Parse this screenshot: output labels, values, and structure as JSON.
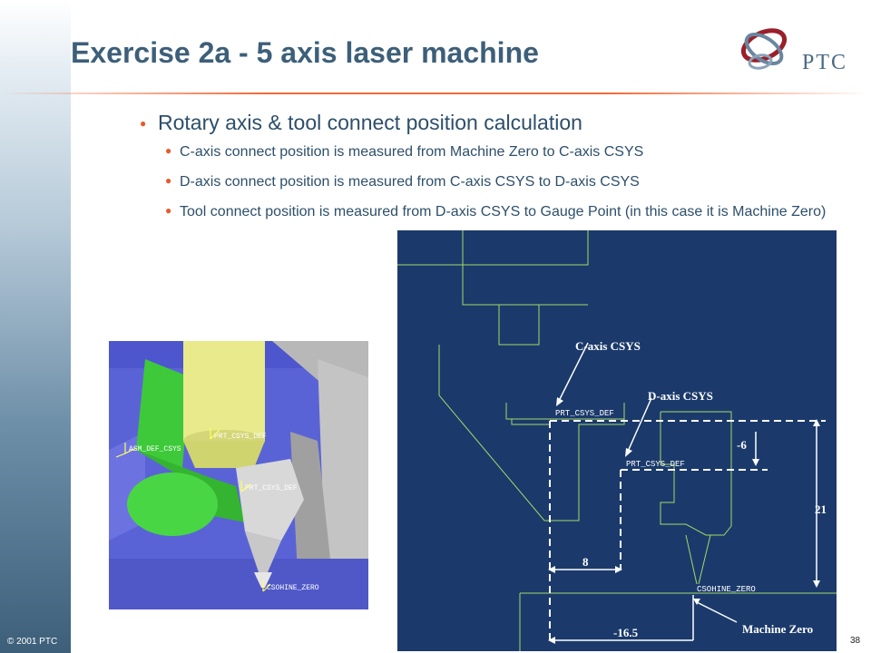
{
  "slide": {
    "title": "Exercise 2a - 5 axis laser machine",
    "logo_text": "PTC",
    "copyright": "© 2001 PTC",
    "page_number": "38"
  },
  "bullets": {
    "main": "Rotary axis & tool connect position calculation",
    "sub": [
      "C-axis connect position is measured from Machine Zero to C-axis CSYS",
      "D-axis connect position is measured  from C-axis CSYS to D-axis CSYS",
      "Tool connect position is measured from D-axis CSYS to Gauge Point (in this case it is Machine Zero)"
    ]
  },
  "render3d": {
    "labels": {
      "asm": "ASM_DEF_CSYS",
      "prt_upper": "PRT_CSYS_DEF",
      "prt_lower": "PRT_CSYS_DEF",
      "machine_zero": "CSOHINE_ZERO"
    }
  },
  "schematic": {
    "callouts": {
      "c_axis": "C-axis CSYS",
      "d_axis": "D-axis CSYS",
      "machine_zero": "Machine Zero"
    },
    "csys_labels": {
      "c": "PRT_CSYS_DEF",
      "d": "PRT_CSYS_DEF",
      "zero": "CSOHINE_ZERO"
    },
    "dimensions": {
      "d_offset": "-6",
      "height": "21",
      "horiz_short": "8",
      "horiz_long": "-16.5"
    }
  },
  "colors": {
    "title": "#3d5f79",
    "bullet_dot": "#e85a2a",
    "schematic_bg": "#1b3a6b",
    "schematic_lines": "#a6d86a"
  }
}
